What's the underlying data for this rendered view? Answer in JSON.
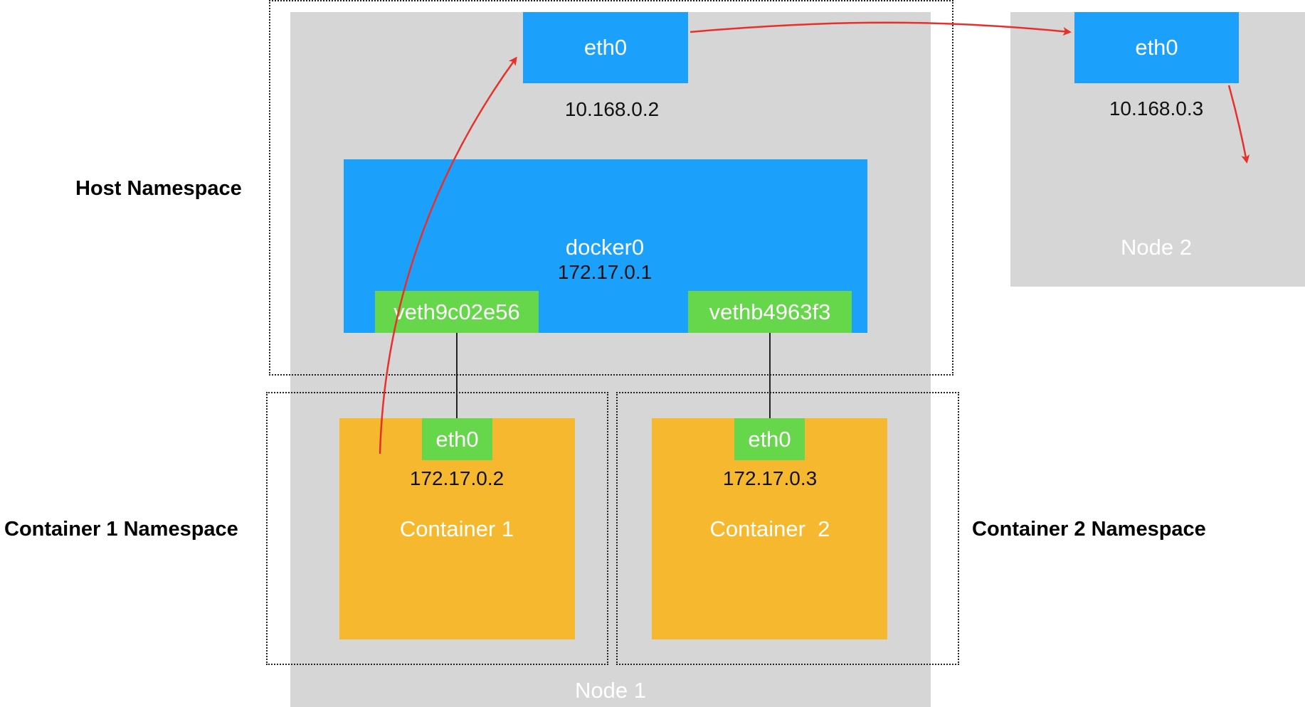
{
  "labels": {
    "host_namespace": "Host Namespace",
    "container1_namespace": "Container 1 Namespace",
    "container2_namespace": "Container 2 Namespace"
  },
  "node1": {
    "name": "Node 1",
    "eth0": {
      "name": "eth0",
      "ip": "10.168.0.2"
    },
    "bridge": {
      "name": "docker0",
      "ip": "172.17.0.1"
    },
    "veth_left": "veth9c02e56",
    "veth_right": "vethb4963f3",
    "container1": {
      "name": "Container 1",
      "eth0": "eth0",
      "ip": "172.17.0.2"
    },
    "container2": {
      "name": "Container  2",
      "eth0": "eth0",
      "ip": "172.17.0.3"
    }
  },
  "node2": {
    "name": "Node 2",
    "eth0": {
      "name": "eth0",
      "ip": "10.168.0.3"
    }
  },
  "colors": {
    "node_background": "#d6d6d6",
    "interface_blue": "#1ba1fc",
    "veth_green": "#66d64a",
    "container_yellow": "#f5b82e",
    "packet_path_red": "#e8302a"
  }
}
